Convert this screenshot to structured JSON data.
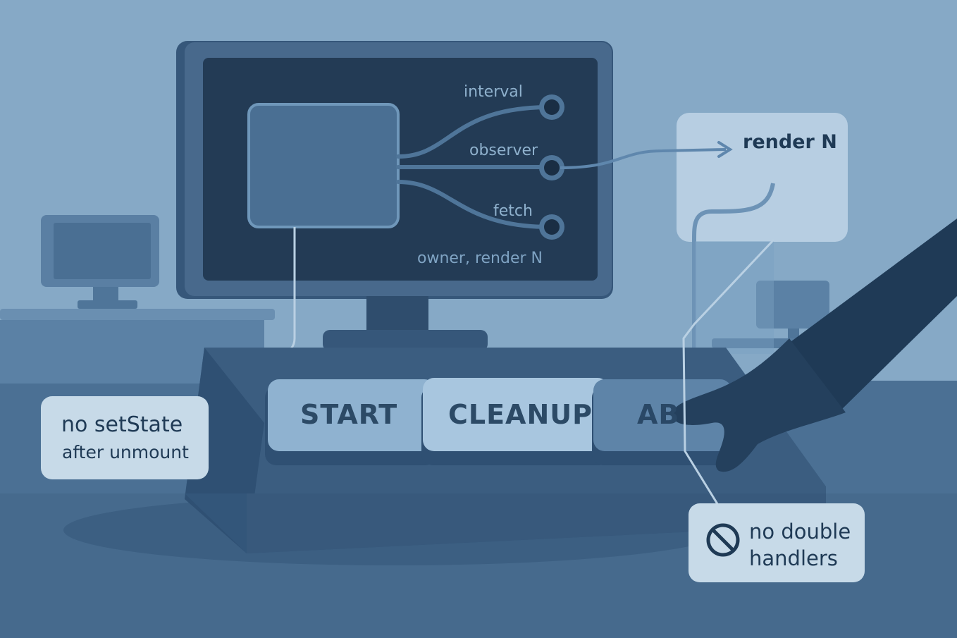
{
  "screen": {
    "node_labels": {
      "interval": "interval",
      "observer": "observer",
      "fetch": "fetch"
    },
    "footer": "owner, render N"
  },
  "render_callout": {
    "text": "render N"
  },
  "keys": {
    "start": "START",
    "cleanup": "CLEANUP",
    "abort": "AB"
  },
  "callout_setstate": {
    "line1": "no setState",
    "line2": "after unmount"
  },
  "callout_handlers": {
    "line1": "no double",
    "line2": "handlers",
    "icon": "no-entry-icon"
  },
  "colors": {
    "background": "#86a9c6",
    "floor": "#4a6f93",
    "screen_bg": "#233b55",
    "callout_bg": "#c7dae8",
    "key_face": "#9fbfd8"
  }
}
